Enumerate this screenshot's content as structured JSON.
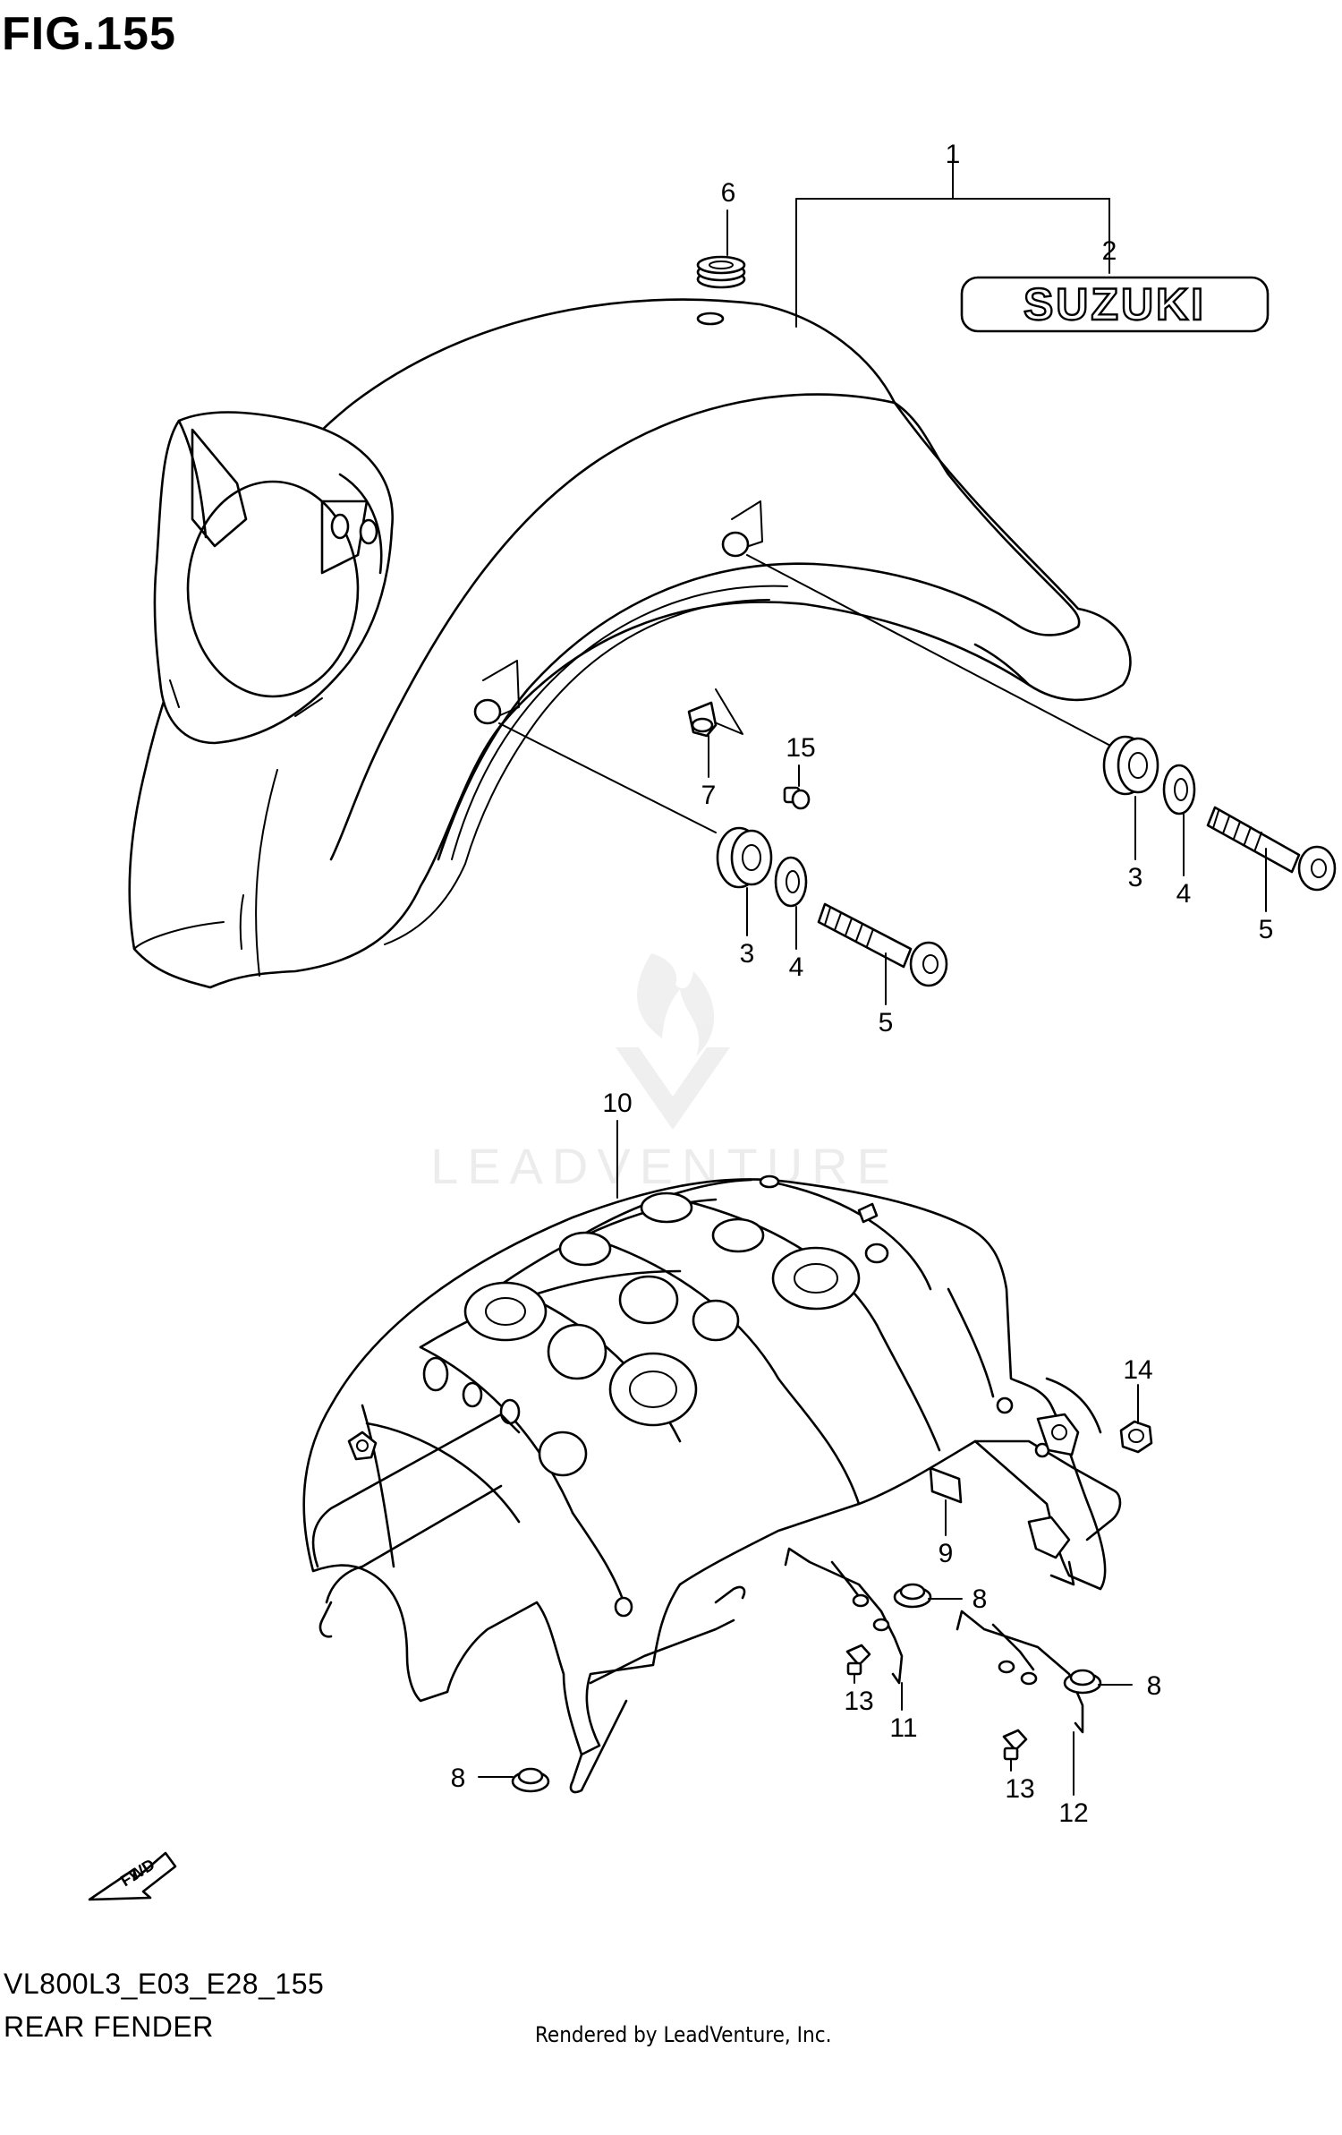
{
  "figure": {
    "title": "FIG.155"
  },
  "footer": {
    "model_code": "VL800L3_E03_E28_155",
    "caption": "REAR FENDER",
    "credit": "Rendered by LeadVenture, Inc."
  },
  "watermark": {
    "text": "LEADVENTURE"
  },
  "logo": {
    "text": "SUZUKI"
  },
  "fwd_arrow": {
    "text": "FWD"
  },
  "callouts": [
    {
      "id": "c1",
      "label": "1"
    },
    {
      "id": "c2",
      "label": "2"
    },
    {
      "id": "c6",
      "label": "6"
    },
    {
      "id": "c15",
      "label": "15"
    },
    {
      "id": "c7",
      "label": "7"
    },
    {
      "id": "c3a",
      "label": "3"
    },
    {
      "id": "c4a",
      "label": "4"
    },
    {
      "id": "c5a",
      "label": "5"
    },
    {
      "id": "c3b",
      "label": "3"
    },
    {
      "id": "c4b",
      "label": "4"
    },
    {
      "id": "c5b",
      "label": "5"
    },
    {
      "id": "c10",
      "label": "10"
    },
    {
      "id": "c14",
      "label": "14"
    },
    {
      "id": "c9",
      "label": "9"
    },
    {
      "id": "c8a",
      "label": "8"
    },
    {
      "id": "c8b",
      "label": "8"
    },
    {
      "id": "c8c",
      "label": "8"
    },
    {
      "id": "c13a",
      "label": "13"
    },
    {
      "id": "c11",
      "label": "11"
    },
    {
      "id": "c13b",
      "label": "13"
    },
    {
      "id": "c12",
      "label": "12"
    }
  ]
}
